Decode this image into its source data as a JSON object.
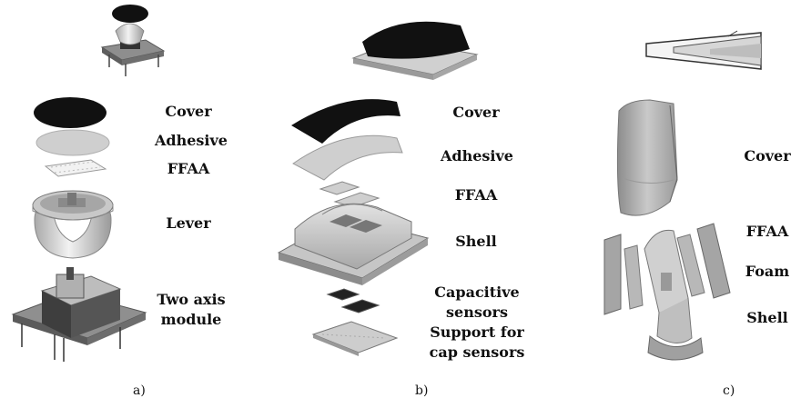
{
  "panels": [
    {
      "caption": "a)",
      "labels": [
        "Cover",
        "Adhesive",
        "FFAA",
        "Lever",
        "Two axis",
        "module"
      ]
    },
    {
      "caption": "b)",
      "labels": [
        "Cover",
        "Adhesive",
        "FFAA",
        "Shell",
        "Capacitive",
        "sensors",
        "Support for",
        "cap sensors"
      ]
    },
    {
      "caption": "c)",
      "labels": [
        "Cover",
        "FFAA",
        "Foam",
        "Shell"
      ]
    }
  ],
  "colors": {
    "black_part": "#111111",
    "light_part": "#d6d6d6",
    "mid_part": "#b8b8b8",
    "dark_part": "#7a7a7a",
    "outline": "#555555"
  }
}
